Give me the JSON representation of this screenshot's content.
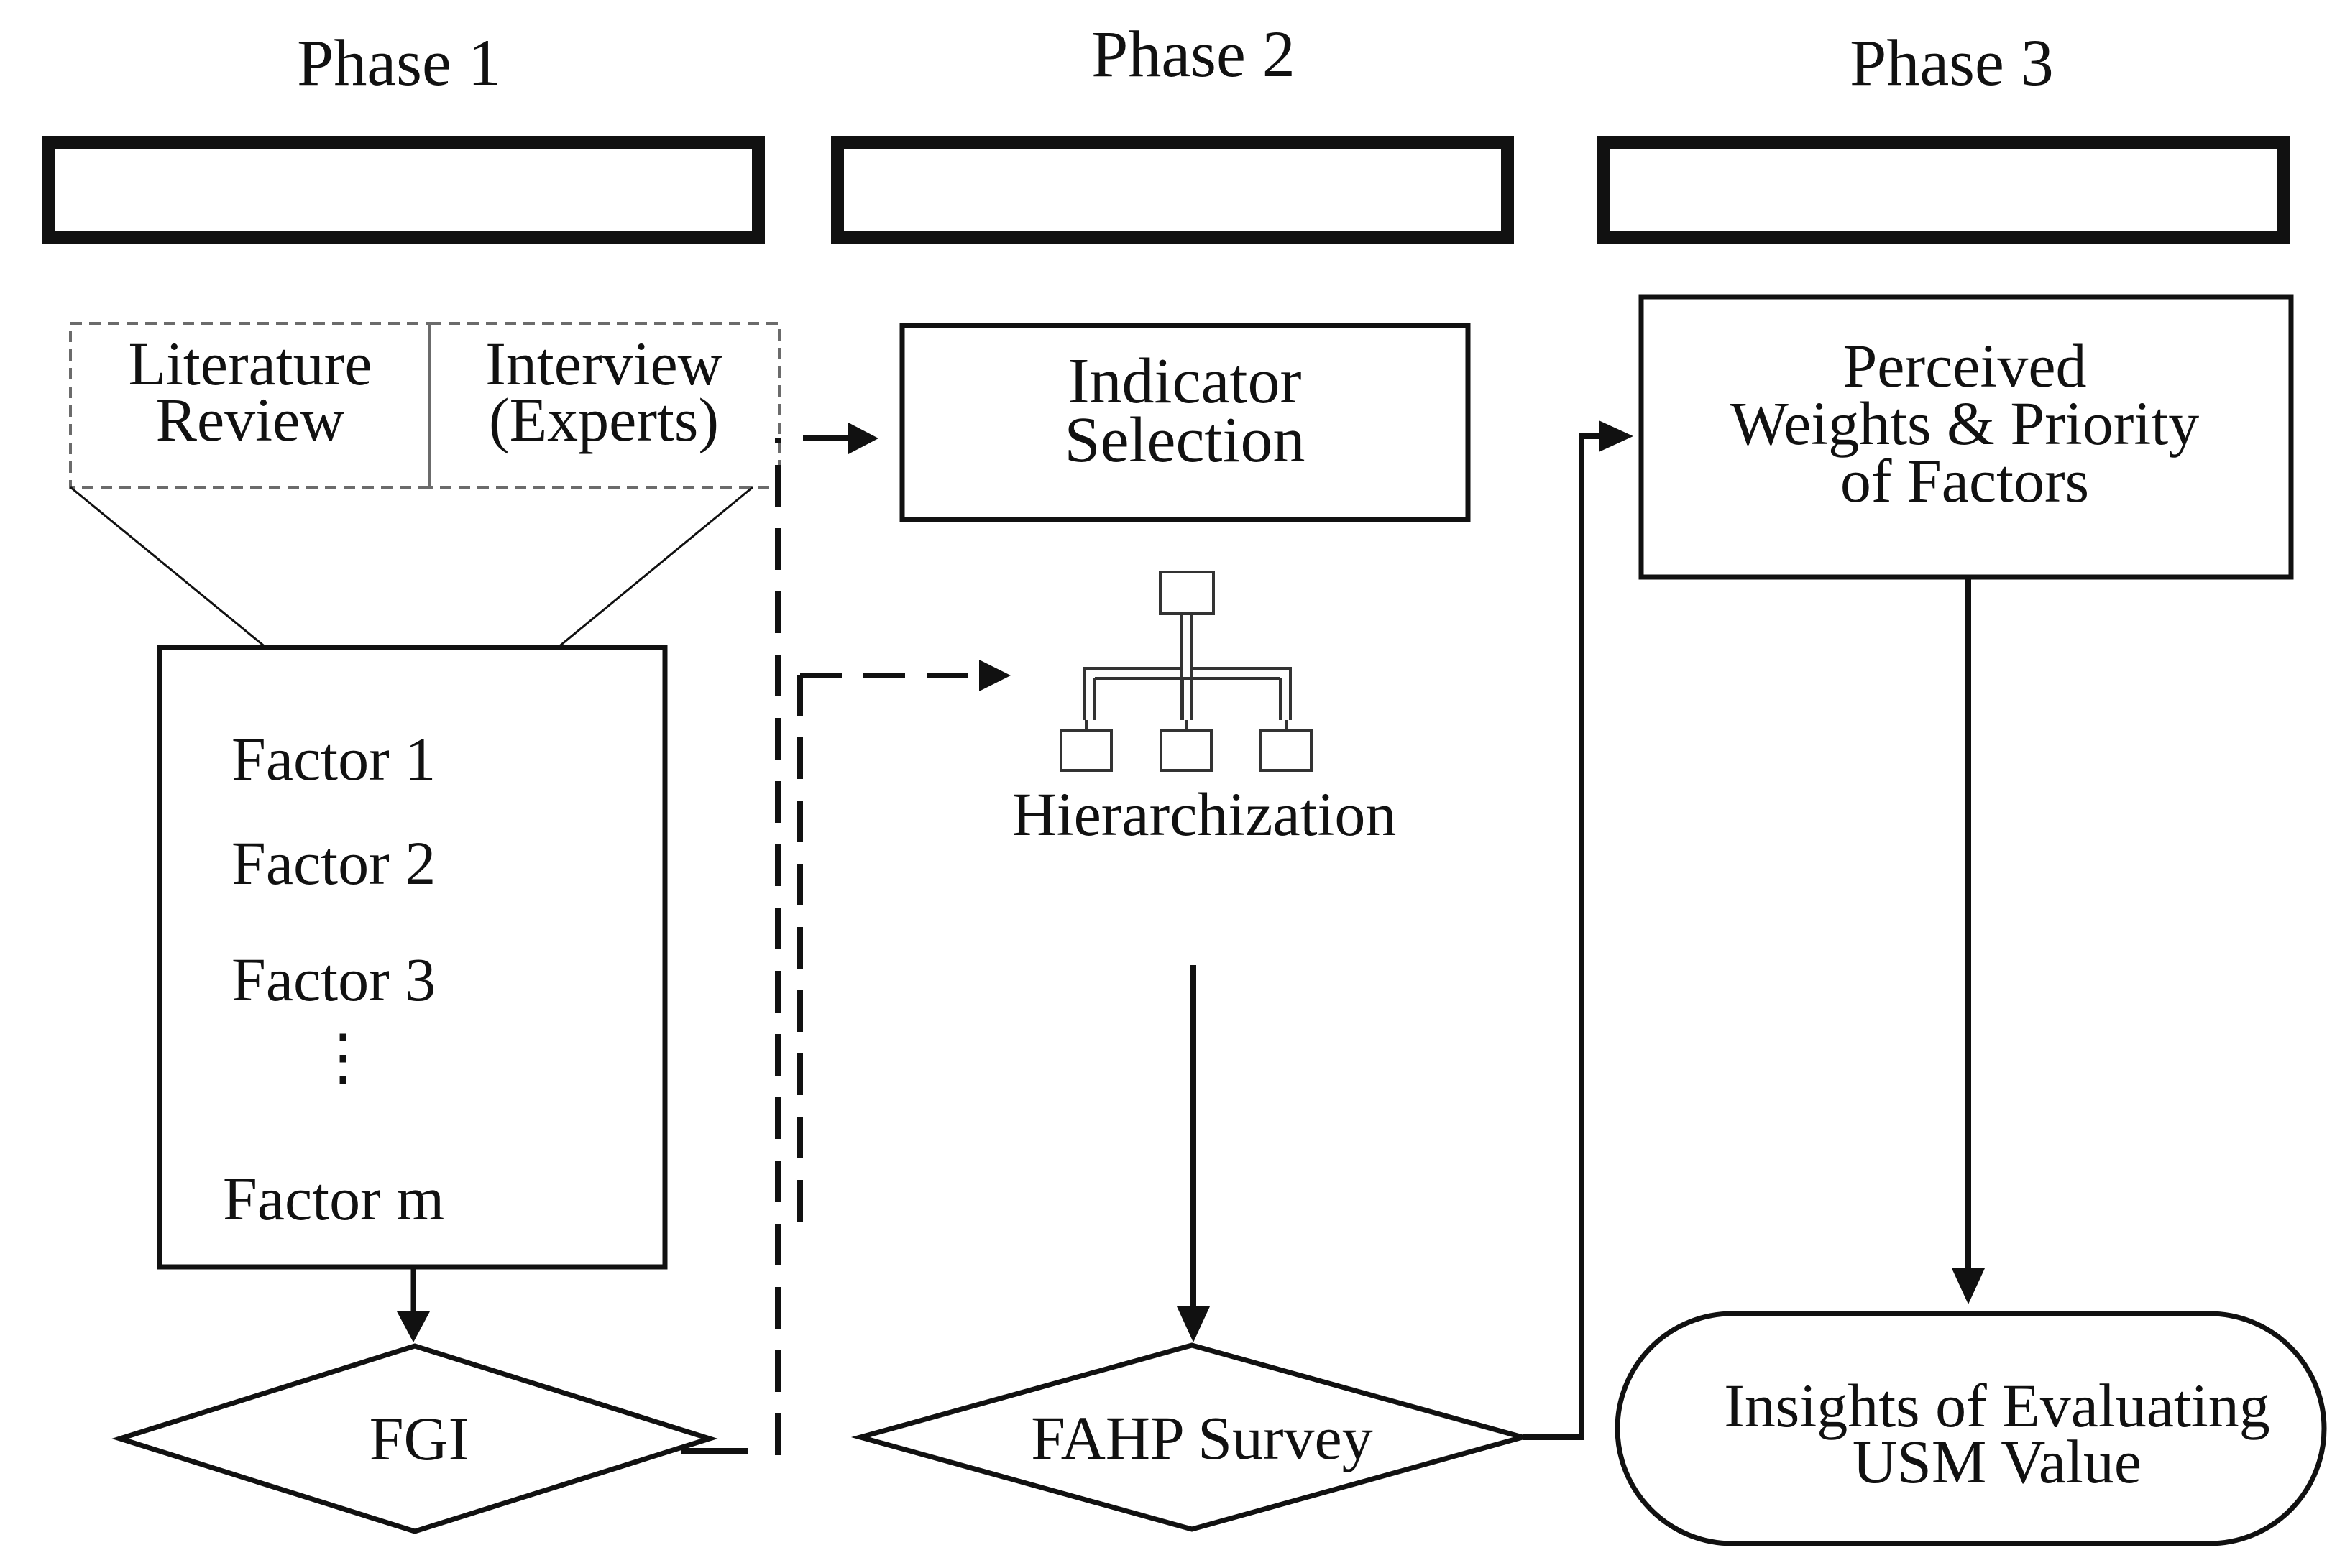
{
  "phases": [
    {
      "title": "Phase 1"
    },
    {
      "title": "Phase 2"
    },
    {
      "title": "Phase 3"
    }
  ],
  "phase1": {
    "sources": [
      "Literature\nReview",
      "Interview\n(Experts)"
    ],
    "factors": [
      "Factor 1",
      "Factor 2",
      "Factor 3",
      "Factor m"
    ],
    "ellipsis": "⋮",
    "fgi_label": "FGI"
  },
  "phase2": {
    "indicator_label": "Indicator\nSelection",
    "hierarchization_label": "Hierarchization",
    "survey_label": "FAHP Survey"
  },
  "phase3": {
    "weights_label": "Perceived\nWeights & Priority\nof Factors",
    "insights_label": "Insights of Evaluating\nUSM Value"
  },
  "colors": {
    "stroke": "#111111",
    "dashed_box": "#6b6b6b",
    "background": "#ffffff"
  }
}
